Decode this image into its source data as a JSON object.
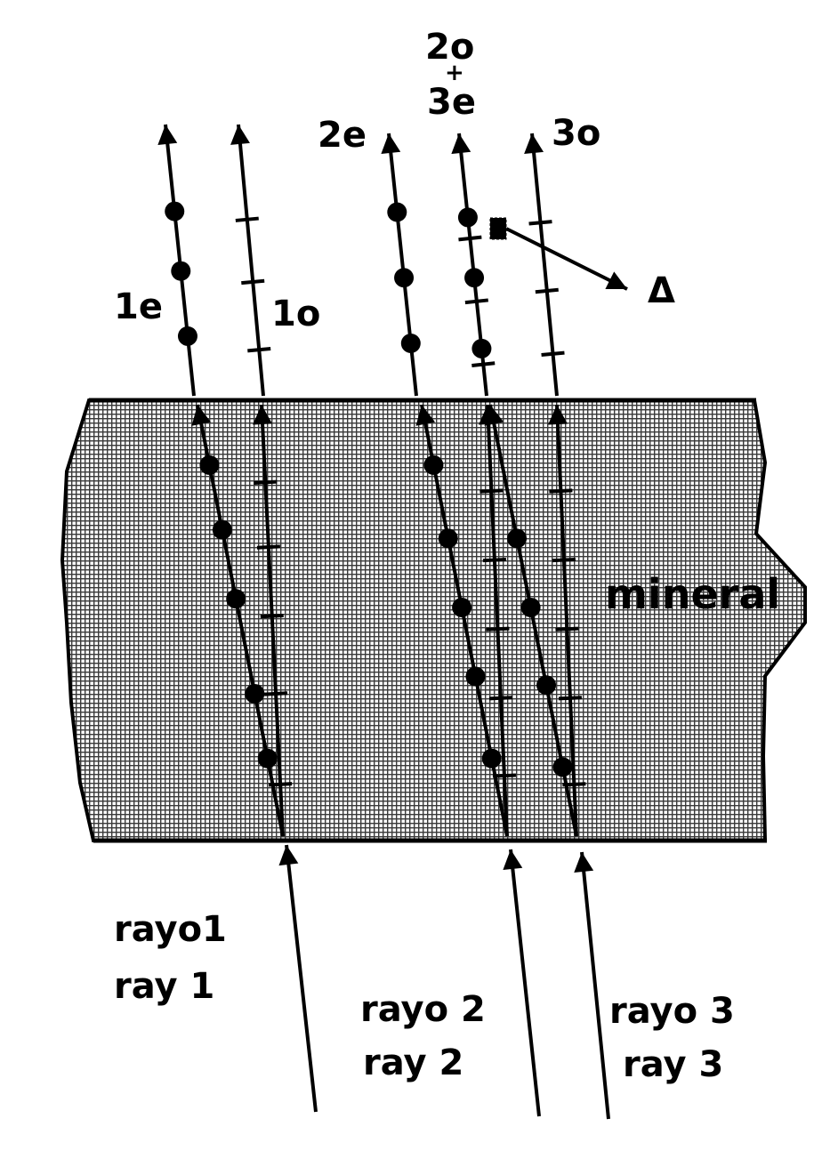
{
  "labels": {
    "ray_1e": "1e",
    "ray_1o": "1o",
    "ray_2e": "2e",
    "ray_2o": "2o",
    "plus": "+",
    "ray_3e": "3e",
    "ray_3o": "3o",
    "delta": "Δ",
    "mineral": "mineral",
    "rayo1": "rayo1",
    "ray1": "ray 1",
    "rayo2": "rayo 2",
    "ray2": "ray 2",
    "rayo3": "rayo 3",
    "ray3": "ray 3"
  },
  "colors": {
    "ink": "#000000",
    "mineral_fill": "#c8c8c8",
    "background": "#ffffff"
  }
}
